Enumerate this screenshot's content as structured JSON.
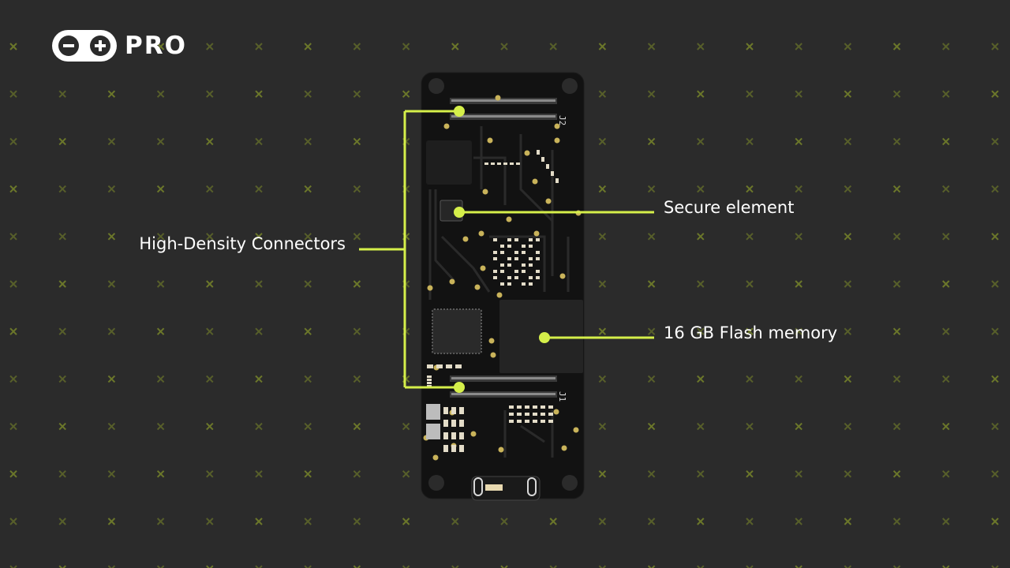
{
  "brand": {
    "logo_icon": "infinity-plus-minus-icon",
    "suffix": "PRO"
  },
  "callouts": {
    "connectors": "High-Density Connectors",
    "secure_element": "Secure element",
    "flash_memory": "16 GB Flash memory"
  },
  "board": {
    "connector_top_label": "J2",
    "connector_bottom_label": "J1"
  },
  "colors": {
    "background": "#2b2b2b",
    "accent": "#d5ef4a",
    "board": "#121212",
    "pattern": "#7c8a2a"
  }
}
